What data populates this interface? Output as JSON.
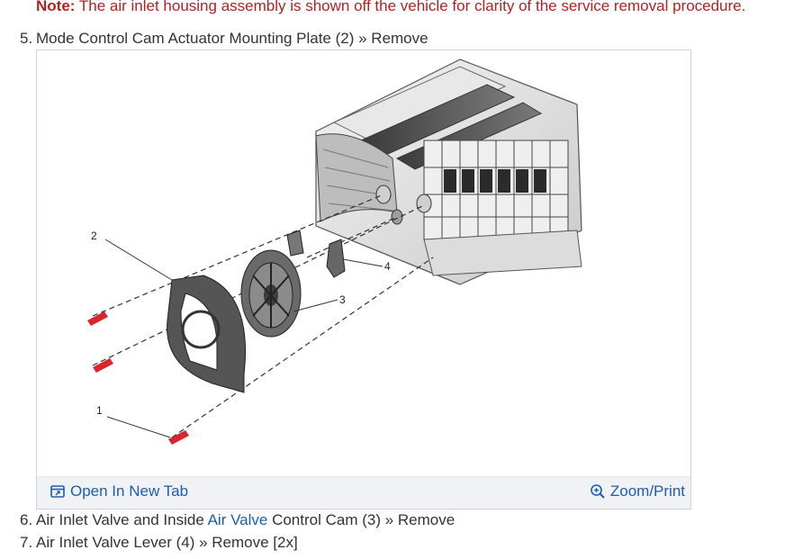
{
  "note": {
    "label": "Note:",
    "text": "The air inlet housing assembly is shown off the vehicle for clarity of the service removal procedure."
  },
  "steps": [
    {
      "num": "5.",
      "text": "Mode Control Cam Actuator Mounting Plate (2) » Remove"
    },
    {
      "num": "6.",
      "prefix": "Air Inlet Valve and Inside ",
      "link": "Air Valve",
      "suffix": " Control Cam (3) » Remove"
    },
    {
      "num": "7.",
      "text": "Air Inlet Valve Lever (4) » Remove [2x]"
    }
  ],
  "figure": {
    "callouts": [
      "1",
      "2",
      "3",
      "4"
    ],
    "toolbar": {
      "open_tab": "Open In New Tab",
      "open_tab_icon": "external-tab-icon",
      "zoom": "Zoom/Print",
      "zoom_icon": "zoom-in-icon"
    },
    "colors": {
      "fastener": "#d9262c",
      "link": "#1a5fb4",
      "note": "#b22222"
    }
  }
}
